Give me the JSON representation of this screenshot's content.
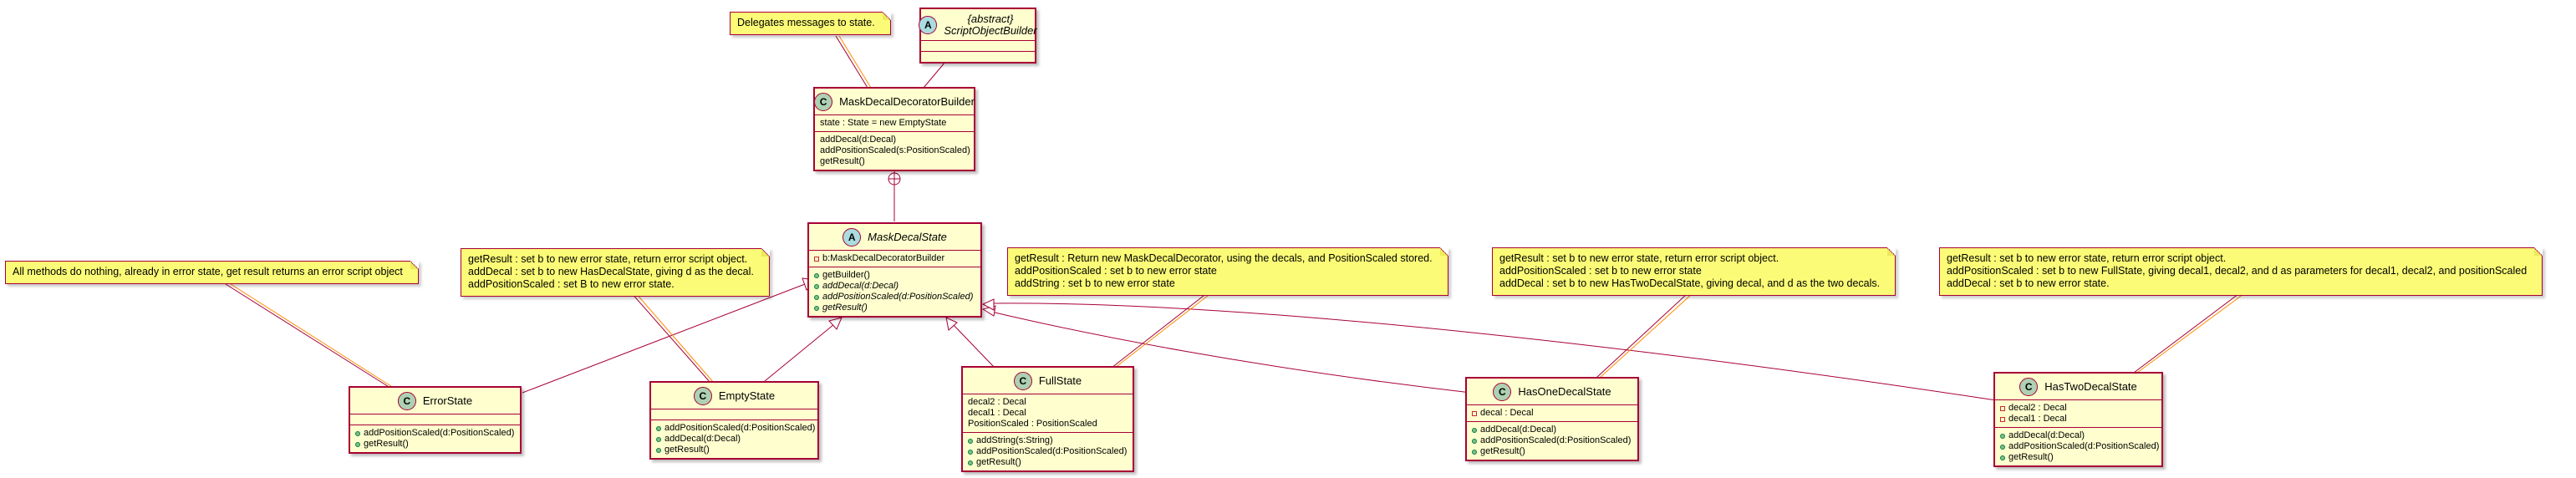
{
  "notes": {
    "delegates": [
      "Delegates messages to state."
    ],
    "error_state": [
      "All methods do nothing, already in error state, get result returns an error script object"
    ],
    "empty_state": [
      "getResult : set b to new error state, return error script object.",
      "addDecal : set b to new HasDecalState, giving d as the decal.",
      "addPositionScaled : set B to new error state."
    ],
    "full_state": [
      "getResult : Return new MaskDecalDecorator, using the decals, and PositionScaled stored.",
      "addPositionScaled : set b to new error state",
      "addString : set b to new error state"
    ],
    "has_one": [
      "getResult : set b to new error state, return error script object.",
      "addPositionScaled : set b to new error state",
      "addDecal : set b to new HasTwoDecalState, giving decal, and d as the two decals."
    ],
    "has_two": [
      "getResult : set b to new error state, return error script object.",
      "addPositionScaled : set b to new FullState, giving decal1, decal2, and d as parameters for decal1, decal2, and positionScaled",
      "addDecal : set b to new error state."
    ]
  },
  "classes": {
    "script_object_builder": {
      "stereotype": "A",
      "label": "{abstract}",
      "name": "ScriptObjectBuilder"
    },
    "mask_decal_decorator_builder": {
      "stereotype": "C",
      "name": "MaskDecalDecoratorBuilder",
      "fields": [
        "state : State = new EmptyState"
      ],
      "methods": [
        "addDecal(d:Decal)",
        "addPositionScaled(s:PositionScaled)",
        "getResult()"
      ]
    },
    "mask_decal_state": {
      "stereotype": "A",
      "name": "MaskDecalState",
      "fields": [
        "b:MaskDecalDecoratorBuilder"
      ],
      "methods": [
        "getBuilder()",
        "addDecal(d:Decal)",
        "addPositionScaled(d:PositionScaled)",
        "getResult()"
      ]
    },
    "error_state": {
      "stereotype": "C",
      "name": "ErrorState",
      "fields": [],
      "methods": [
        "addPositionScaled(d:PositionScaled)",
        "getResult()"
      ]
    },
    "empty_state": {
      "stereotype": "C",
      "name": "EmptyState",
      "fields": [],
      "methods": [
        "addPositionScaled(d:PositionScaled)",
        "addDecal(d:Decal)",
        "getResult()"
      ]
    },
    "full_state": {
      "stereotype": "C",
      "name": "FullState",
      "fields": [
        "decal2 : Decal",
        "decal1 : Decal",
        "PositionScaled : PositionScaled"
      ],
      "methods": [
        "addString(s:String)",
        "addPositionScaled(d:PositionScaled)",
        "getResult()"
      ]
    },
    "has_one_decal_state": {
      "stereotype": "C",
      "name": "HasOneDecalState",
      "fields": [
        "decal : Decal"
      ],
      "methods": [
        "addDecal(d:Decal)",
        "addPositionScaled(d:PositionScaled)",
        "getResult()"
      ]
    },
    "has_two_decal_state": {
      "stereotype": "C",
      "name": "HasTwoDecalState",
      "fields": [
        "decal2 : Decal",
        "decal1 : Decal"
      ],
      "methods": [
        "addDecal(d:Decal)",
        "addPositionScaled(d:PositionScaled)",
        "getResult()"
      ]
    }
  },
  "colors": {
    "class_fill": "#FEFECE",
    "border": "#A80036",
    "note_fill": "#FBFB77",
    "note_link": "#FF8C00",
    "class_circle": "#ADD1B2",
    "abstract_circle": "#A9DCDF"
  }
}
